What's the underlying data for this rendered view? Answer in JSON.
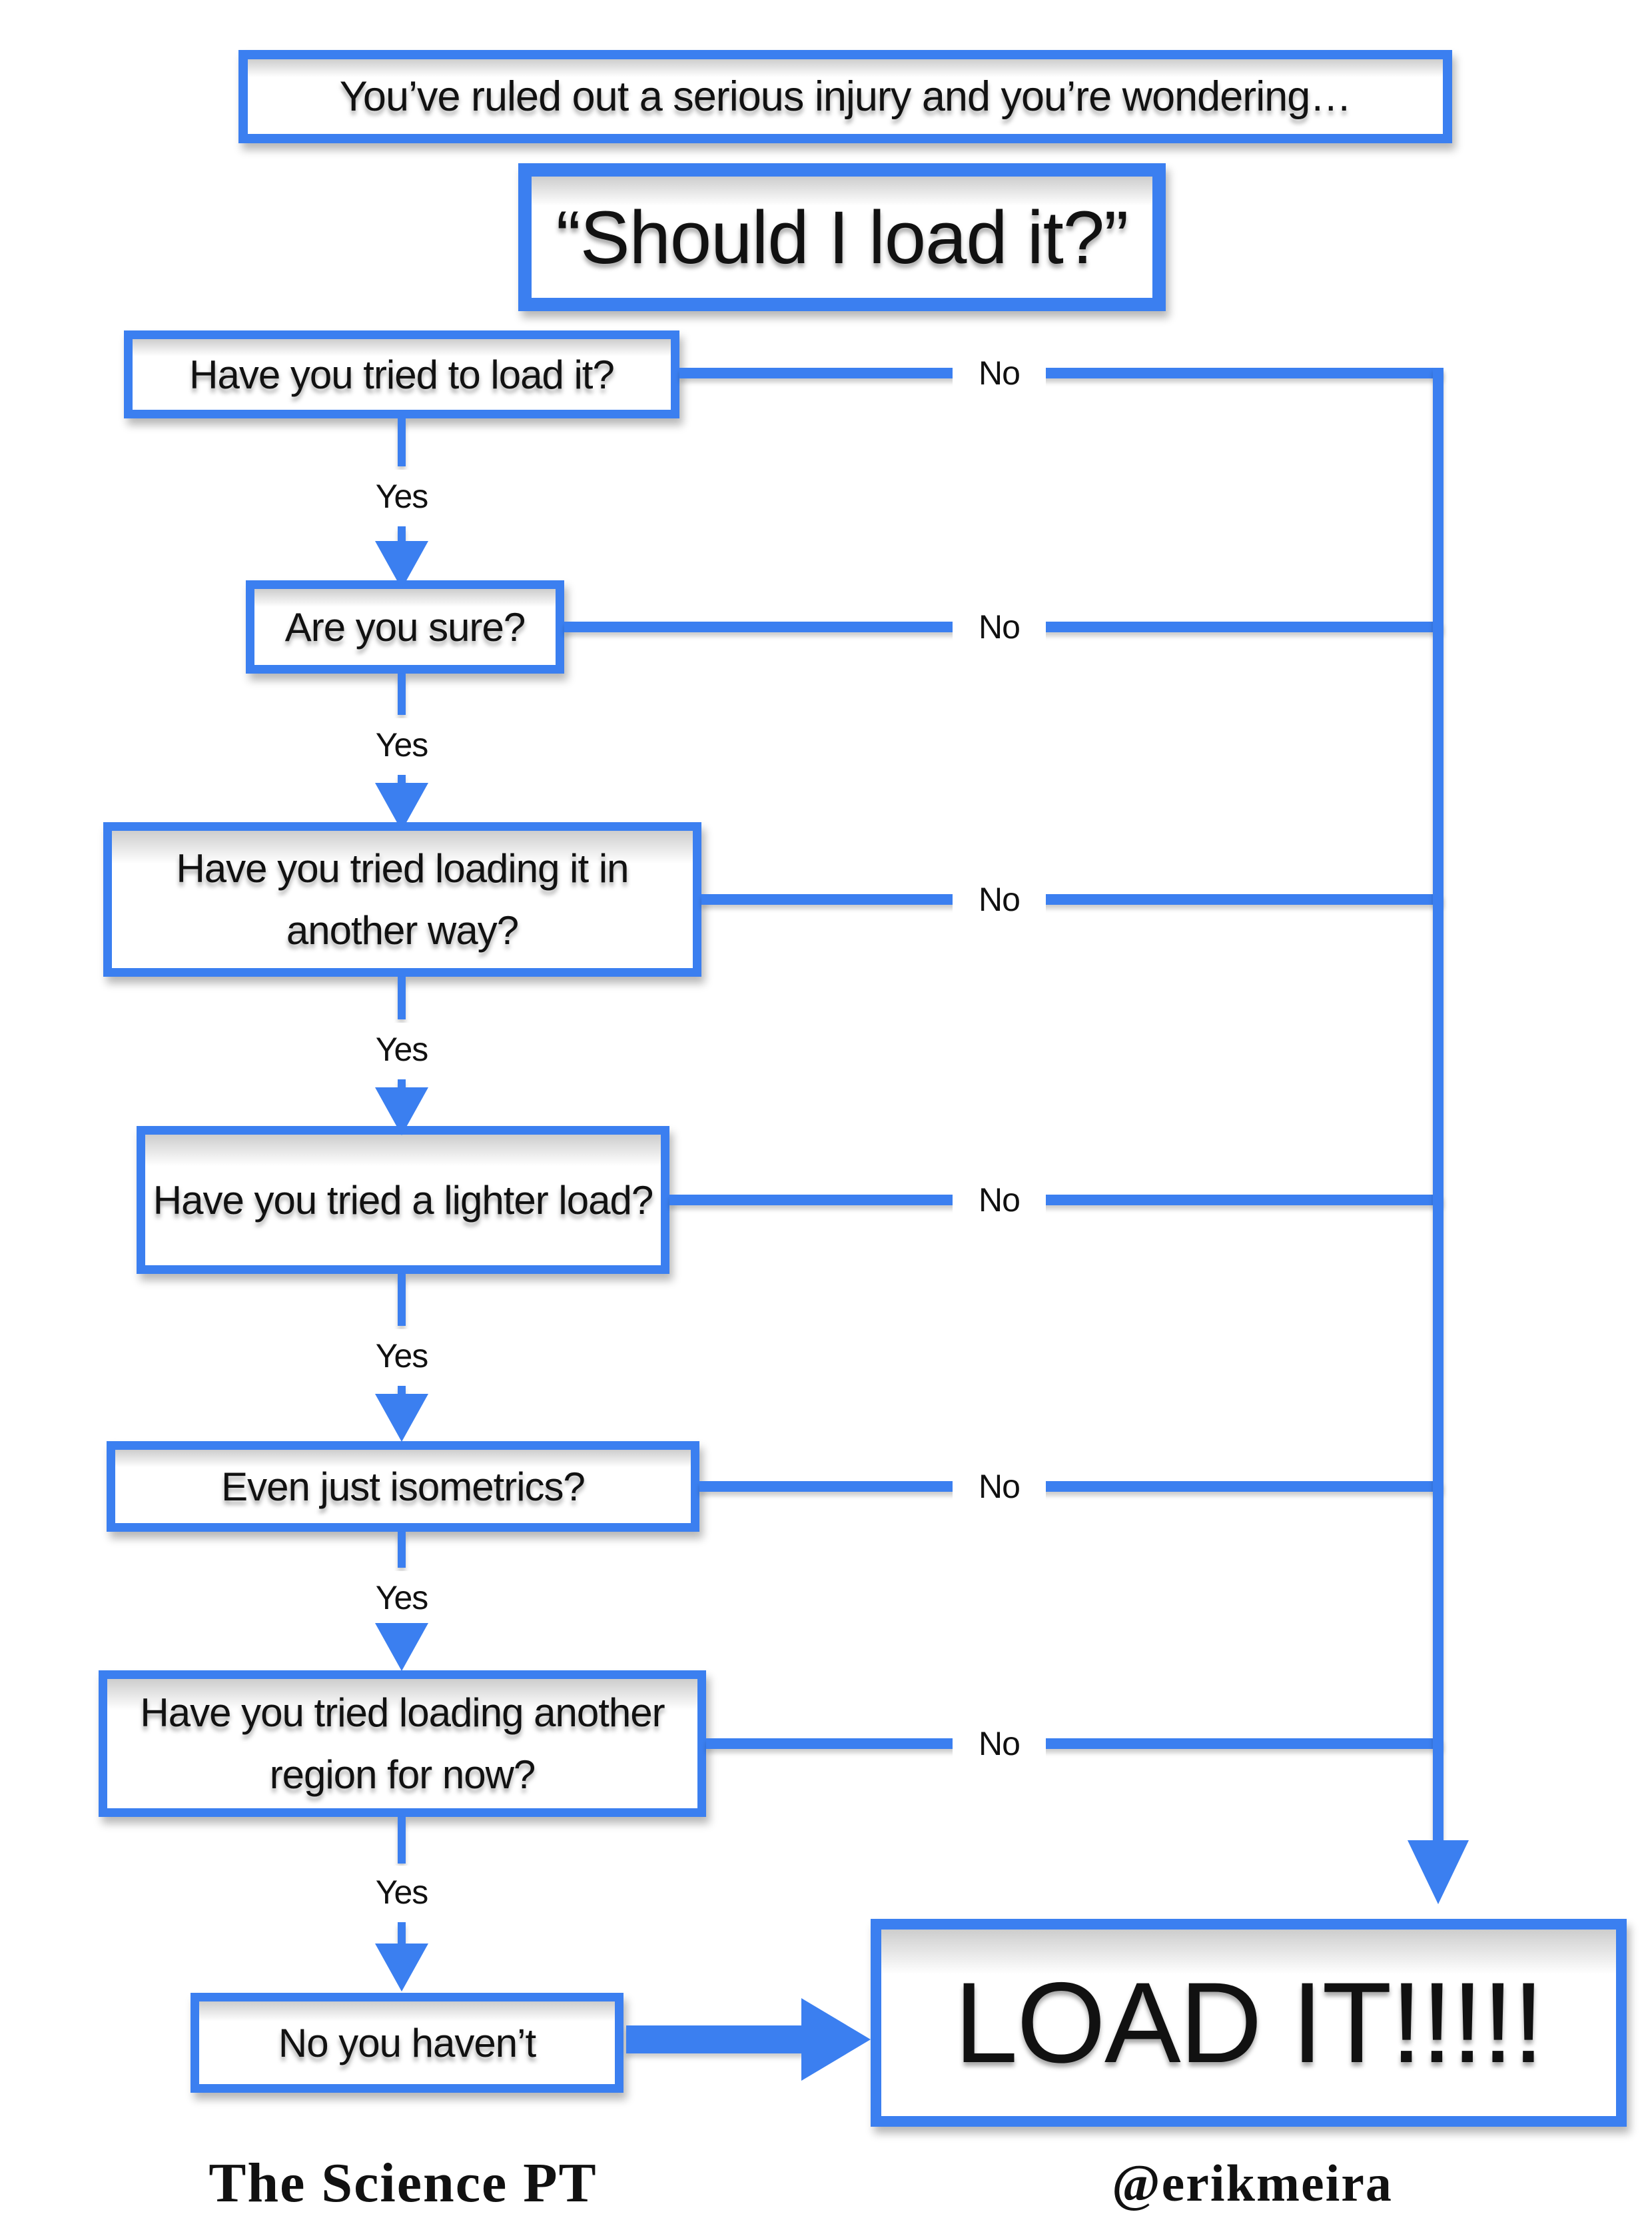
{
  "colors": {
    "accent": "#3b7ff0",
    "text": "#111111"
  },
  "banner": {
    "text": "You’ve ruled out a serious injury and you’re wondering…"
  },
  "title": {
    "text": "“Should I load it?”"
  },
  "labels": {
    "yes": "Yes",
    "no": "No"
  },
  "questions": [
    {
      "text": "Have you tried to load it?"
    },
    {
      "text": "Are you sure?"
    },
    {
      "text": "Have you tried loading it in another way?"
    },
    {
      "text": "Have you tried a lighter load?"
    },
    {
      "text": "Even just isometrics?"
    },
    {
      "text": "Have you tried loading another region for now?"
    },
    {
      "text": "No you haven’t"
    }
  ],
  "result": {
    "text": "LOAD IT!!!!!"
  },
  "credits": {
    "left": "The Science PT",
    "right": "@erikmeira"
  }
}
